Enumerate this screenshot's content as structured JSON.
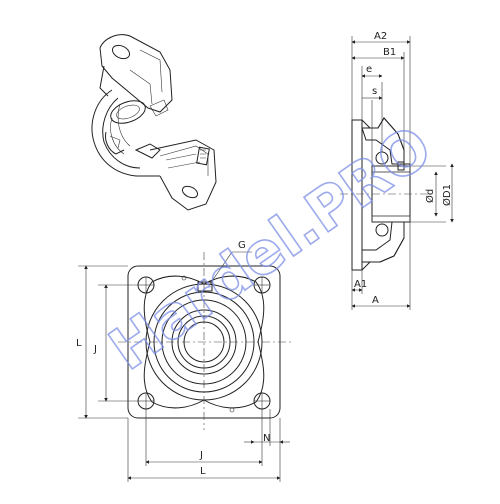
{
  "dimensions": {
    "A2": "A2",
    "B1": "B1",
    "e": "e",
    "s": "s",
    "d": "Ød",
    "D1": "ØD1",
    "A1": "A1",
    "A": "A",
    "G": "G",
    "L_vertical": "L",
    "J_vertical": "J",
    "J_horizontal": "J",
    "N": "N",
    "L_horizontal": "L"
  },
  "watermark": {
    "text": "Hardel.PRO",
    "color": "#7b8ee6"
  },
  "colors": {
    "line": "#222222",
    "hatch": "#555555",
    "background": "#ffffff"
  }
}
